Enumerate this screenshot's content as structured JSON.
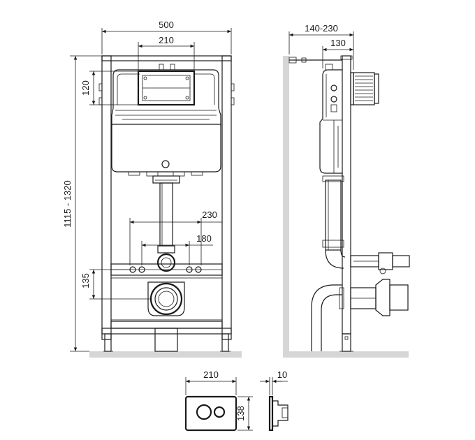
{
  "front_view": {
    "width_label": "500",
    "panel_width_label": "210",
    "top_offset_label": "120",
    "height_label": "1115 - 1320",
    "stud_wide_label": "230",
    "stud_narrow_label": "180",
    "bolt_height_label": "135"
  },
  "side_view": {
    "depth_label": "140-230",
    "frame_depth_label": "130"
  },
  "flush_plate": {
    "width_label": "210",
    "height_label": "138",
    "thickness_label": "10"
  },
  "colors": {
    "line": "#1a1a1a",
    "ground": "#d6d6d6"
  }
}
